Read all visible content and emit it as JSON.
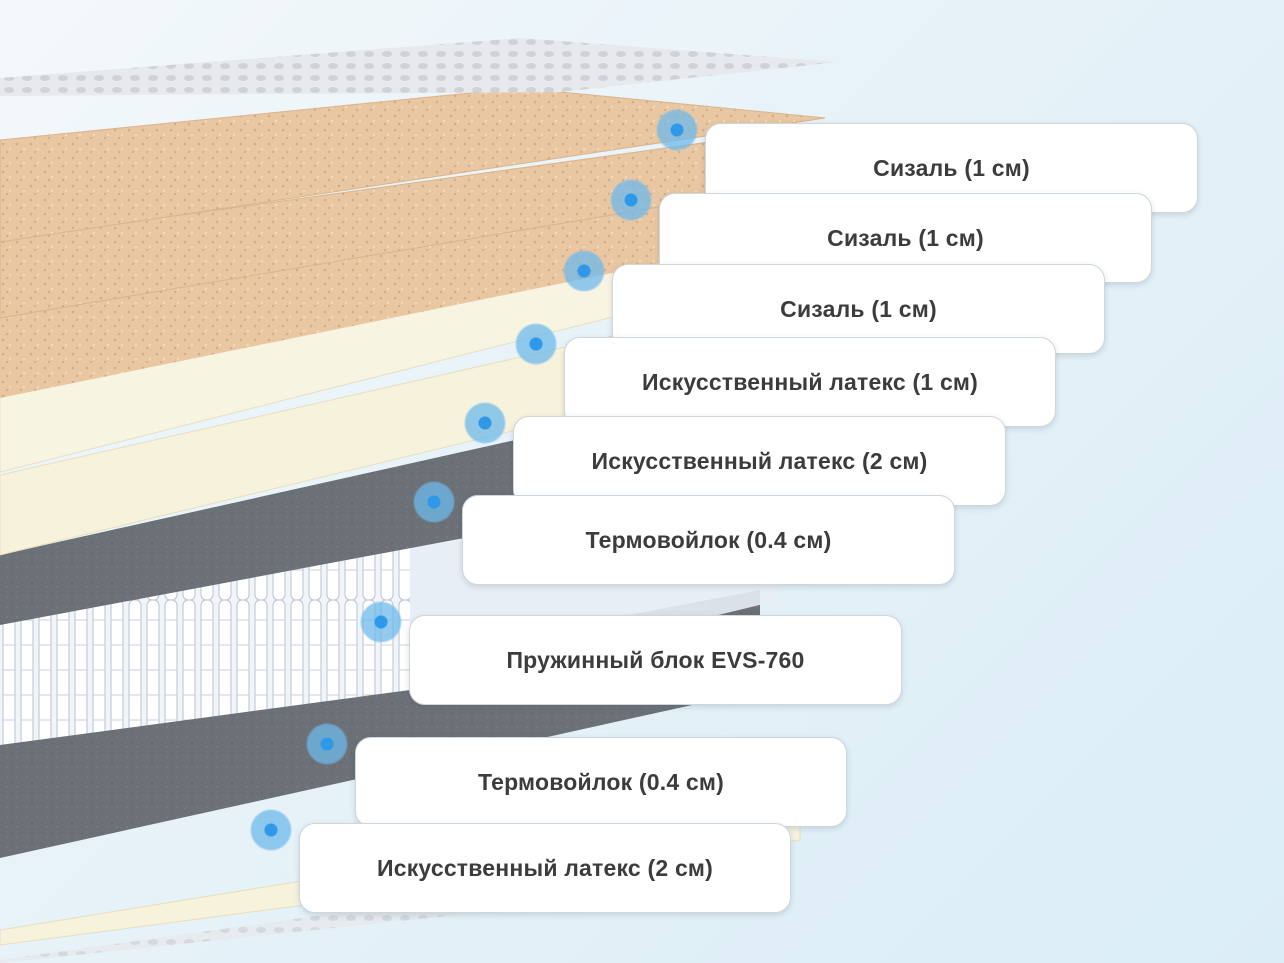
{
  "layers": [
    {
      "label": "Сизаль (1 см)"
    },
    {
      "label": "Сизаль (1 см)"
    },
    {
      "label": "Сизаль (1 см)"
    },
    {
      "label": "Искусственный латекс (1 см)"
    },
    {
      "label": "Искусственный латекс (2 см)"
    },
    {
      "label": "Термовойлок (0.4 см)"
    },
    {
      "label": "Пружинный блок EVS-760"
    },
    {
      "label": "Термовойлок (0.4 см)"
    },
    {
      "label": "Искусственный латекс (2 см)"
    }
  ],
  "colors": {
    "cover": "#e6e8ec",
    "sisal": "#e9c9a5",
    "latex": "#f6f2dc",
    "felt": "#6d7278",
    "springs": "#eef2f8",
    "marker": "#2f98e8"
  }
}
